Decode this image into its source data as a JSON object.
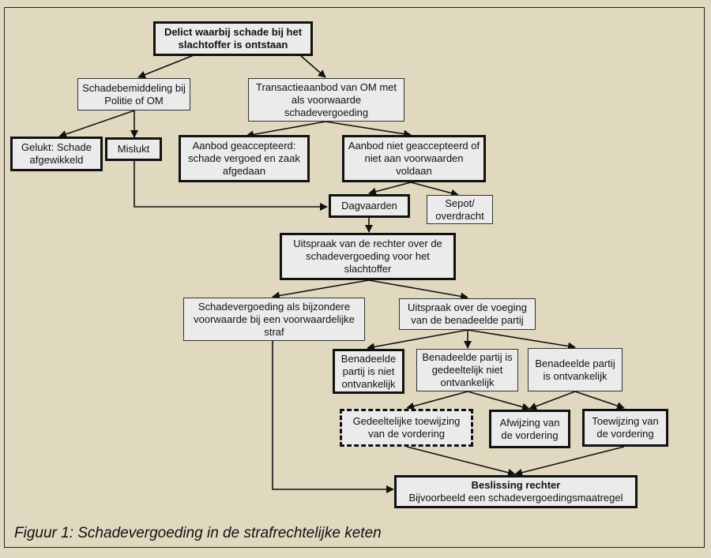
{
  "diagram": {
    "nodes": {
      "delict": "Delict waarbij schade bij het slachtoffer is ontstaan",
      "schadebemiddeling": "Schadebemiddeling bij Politie of OM",
      "transactie": "Transactieaanbod van OM met als voorwaarde schadevergoeding",
      "gelukt": "Gelukt: Schade afgewikkeld",
      "mislukt": "Mislukt",
      "aanbod_geaccepteerd": "Aanbod geaccepteerd: schade vergoed en zaak afgedaan",
      "aanbod_niet": "Aanbod niet geaccepteerd of niet aan voorwaarden voldaan",
      "dagvaarden": "Dagvaarden",
      "sepot": "Sepot/ overdracht",
      "uitspraak_rechter": "Uitspraak van de rechter over de schadevergoeding voor het slachtoffer",
      "bijzondere_voorwaarde": "Schadevergoeding als bijzondere voorwaarde bij een voorwaardelijke straf",
      "uitspraak_voeging": "Uitspraak over de voeging van de benadeelde partij",
      "niet_ontvankelijk": "Benadeelde partij is niet ontvankelijk",
      "gedeeltelijk_niet": "Benadeelde partij is gedeeltelijk niet ontvankelijk",
      "ontvankelijk": "Benadeelde partij is ontvankelijk",
      "gedeeltelijke_toewijzing": "Gedeeltelijke toewijzing van de vordering",
      "afwijzing": "Afwijzing van de vordering",
      "toewijzing": "Toewijzing van de vordering",
      "beslissing_title": "Beslissing rechter",
      "beslissing_sub": "Bijvoorbeeld een schadevergoedingsmaatregel"
    },
    "caption": "Figuur 1: Schadevergoeding in de strafrechtelijke keten"
  }
}
